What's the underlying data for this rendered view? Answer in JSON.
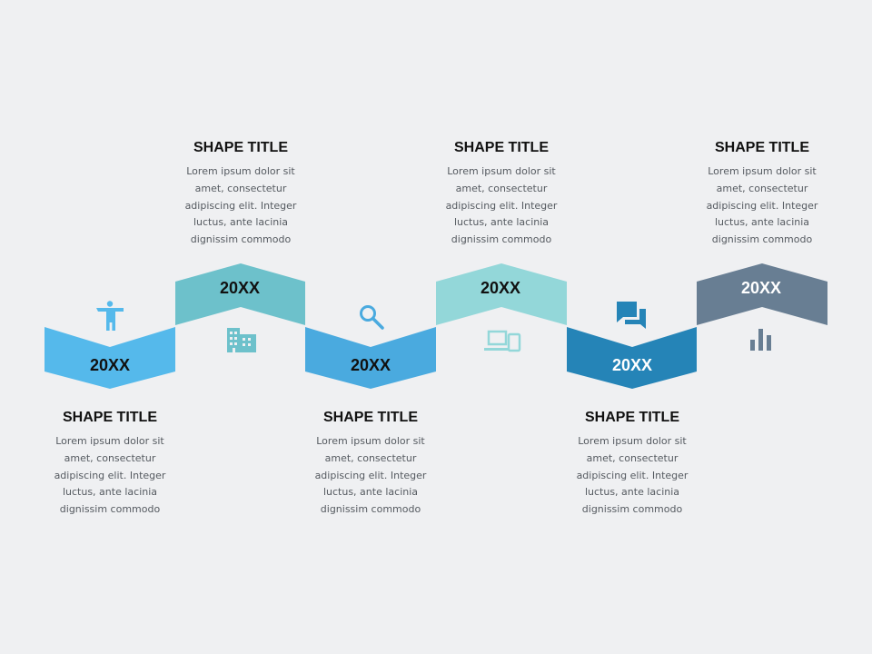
{
  "steps": [
    {
      "year": "20XX",
      "title": "SHAPE TITLE",
      "text": "Lorem ipsum dolor sit amet, consectetur adipiscing elit. Integer luctus, ante lacinia dignissim commodo",
      "color": "#55b9eb",
      "text_color": "#111111",
      "icon": "person-icon"
    },
    {
      "year": "20XX",
      "title": "SHAPE TITLE",
      "text": "Lorem ipsum dolor sit amet, consectetur adipiscing elit. Integer luctus, ante lacinia dignissim commodo",
      "color": "#6dc1cb",
      "text_color": "#111111",
      "icon": "building-icon"
    },
    {
      "year": "20XX",
      "title": "SHAPE TITLE",
      "text": "Lorem ipsum dolor sit amet, consectetur adipiscing elit. Integer luctus, ante lacinia dignissim commodo",
      "color": "#4aaadf",
      "text_color": "#111111",
      "icon": "search-icon"
    },
    {
      "year": "20XX",
      "title": "SHAPE TITLE",
      "text": "Lorem ipsum dolor sit amet, consectetur adipiscing elit. Integer luctus, ante lacinia dignissim commodo",
      "color": "#93d7d9",
      "text_color": "#111111",
      "icon": "devices-icon"
    },
    {
      "year": "20XX",
      "title": "SHAPE TITLE",
      "text": "Lorem ipsum dolor sit amet, consectetur adipiscing elit. Integer luctus, ante lacinia dignissim commodo",
      "color": "#2584b7",
      "text_color": "#ffffff",
      "icon": "chat-icon"
    },
    {
      "year": "20XX",
      "title": "SHAPE TITLE",
      "text": "Lorem ipsum dolor sit amet, consectetur adipiscing elit. Integer luctus, ante lacinia dignissim commodo",
      "color": "#687e93",
      "text_color": "#ffffff",
      "icon": "bar-chart-icon"
    }
  ]
}
